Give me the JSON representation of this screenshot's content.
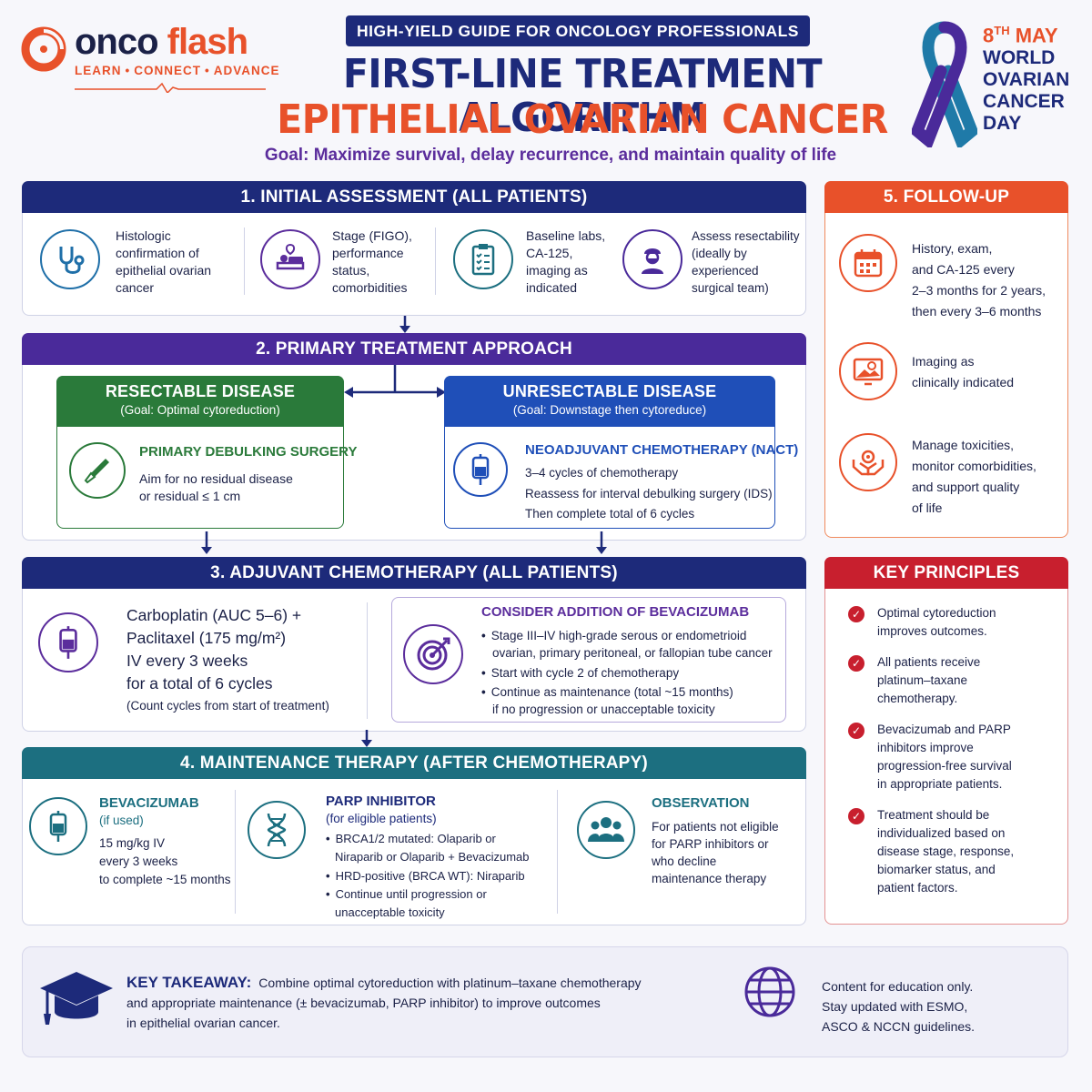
{
  "brand": {
    "name_part1": "onco",
    "name_part2": "flash",
    "tagline": [
      "LEARN",
      "CONNECT",
      "ADVANCE"
    ]
  },
  "header": {
    "badge": "HIGH-YIELD GUIDE FOR ONCOLOGY PROFESSIONALS",
    "title_main": "FIRST-LINE TREATMENT ALGORITHM",
    "title_sub": "EPITHELIAL OVARIAN CANCER",
    "goal": "Goal: Maximize survival, delay recurrence, and maintain quality of life"
  },
  "awareness_day": {
    "date_num": "8",
    "date_suffix": "TH",
    "date_month": "MAY",
    "lines": [
      "WORLD",
      "OVARIAN",
      "CANCER",
      "DAY"
    ]
  },
  "section1": {
    "title": "1. INITIAL ASSESSMENT (ALL PATIENTS)",
    "items": [
      {
        "icon": "stethoscope-icon",
        "lines": [
          "Histologic",
          "confirmation of",
          "epithelial ovarian",
          "cancer"
        ]
      },
      {
        "icon": "patient-bed-icon",
        "lines": [
          "Stage (FIGO),",
          "performance",
          "status,",
          "comorbidities"
        ]
      },
      {
        "icon": "clipboard-checklist-icon",
        "lines": [
          "Baseline labs,",
          "CA-125,",
          "imaging as",
          "indicated"
        ]
      },
      {
        "icon": "surgeon-icon",
        "lines": [
          "Assess resectability",
          "(ideally by",
          "experienced",
          "surgical team)"
        ]
      }
    ]
  },
  "section2": {
    "title": "2. PRIMARY TREATMENT APPROACH",
    "resectable": {
      "title": "RESECTABLE DISEASE",
      "goal": "(Goal: Optimal cytoreduction)",
      "heading": "PRIMARY DEBULKING SURGERY",
      "lines": [
        "Aim for no residual disease",
        "or residual ≤ 1 cm"
      ]
    },
    "unresectable": {
      "title": "UNRESECTABLE DISEASE",
      "goal": "(Goal: Downstage then cytoreduce)",
      "heading": "NEOADJUVANT CHEMOTHERAPY (NACT)",
      "lines": [
        "3–4 cycles of chemotherapy",
        "Reassess for interval debulking surgery (IDS)",
        "Then complete total of 6 cycles"
      ]
    }
  },
  "section3": {
    "title": "3. ADJUVANT CHEMOTHERAPY (ALL PATIENTS)",
    "regimen": {
      "lines": [
        "Carboplatin (AUC 5–6) +",
        "Paclitaxel (175 mg/m²)",
        "IV every 3 weeks",
        "for a total of 6 cycles"
      ],
      "note": "(Count cycles from start of treatment)"
    },
    "bevacizumab": {
      "heading": "CONSIDER ADDITION OF BEVACIZUMAB",
      "bullets": [
        [
          "Stage III–IV high-grade serous or endometrioid",
          "ovarian, primary peritoneal, or fallopian tube cancer"
        ],
        [
          "Start with cycle 2 of chemotherapy"
        ],
        [
          "Continue as maintenance (total ~15 months)",
          "if no progression or unacceptable toxicity"
        ]
      ]
    }
  },
  "section4": {
    "title": "4. MAINTENANCE THERAPY (AFTER CHEMOTHERAPY)",
    "bevacizumab": {
      "heading": "BEVACIZUMAB",
      "sub": "(if used)",
      "lines": [
        "15 mg/kg IV",
        "every 3 weeks",
        "to complete ~15 months"
      ]
    },
    "parp": {
      "heading": "PARP INHIBITOR",
      "sub": "(for eligible patients)",
      "bullets": [
        [
          "BRCA1/2 mutated: Olaparib or",
          "Niraparib or Olaparib + Bevacizumab"
        ],
        [
          "HRD-positive (BRCA WT): Niraparib"
        ],
        [
          "Continue until progression or",
          "unacceptable toxicity"
        ]
      ]
    },
    "observation": {
      "heading": "OBSERVATION",
      "lines": [
        "For patients not eligible",
        "for PARP inhibitors or",
        "who decline",
        "maintenance therapy"
      ]
    }
  },
  "section5": {
    "title": "5. FOLLOW-UP",
    "items": [
      {
        "icon": "calendar-icon",
        "lines": [
          "History, exam,",
          "and CA-125 every",
          "2–3 months for 2 years,",
          "then every 3–6 months"
        ]
      },
      {
        "icon": "imaging-scan-icon",
        "lines": [
          "Imaging as",
          "clinically indicated"
        ]
      },
      {
        "icon": "care-hands-icon",
        "lines": [
          "Manage toxicities,",
          "monitor comorbidities,",
          "and support quality",
          "of life"
        ]
      }
    ]
  },
  "principles": {
    "title": "KEY PRINCIPLES",
    "items": [
      [
        "Optimal cytoreduction",
        "improves outcomes."
      ],
      [
        "All patients receive",
        "platinum–taxane",
        "chemotherapy."
      ],
      [
        "Bevacizumab and PARP",
        "inhibitors improve",
        "progression-free survival",
        "in appropriate patients."
      ],
      [
        "Treatment should be",
        "individualized based on",
        "disease stage, response,",
        "biomarker status, and",
        "patient factors."
      ]
    ]
  },
  "takeaway": {
    "label": "KEY TAKEAWAY:",
    "lines": [
      "Combine optimal cytoreduction with platinum–taxane chemotherapy",
      "and appropriate maintenance (± bevacizumab, PARP inhibitor) to improve outcomes",
      "in epithelial ovarian cancer."
    ],
    "disclaimer": [
      "Content for education only.",
      "Stay updated with ESMO,",
      "ASCO & NCCN guidelines."
    ]
  },
  "colors": {
    "navy": "#1d2a7a",
    "orange": "#e8512a",
    "purple": "#4a2a9a",
    "green": "#2a7a3a",
    "blue": "#1f4fb8",
    "teal": "#1c6f80",
    "red": "#c81f2e"
  }
}
